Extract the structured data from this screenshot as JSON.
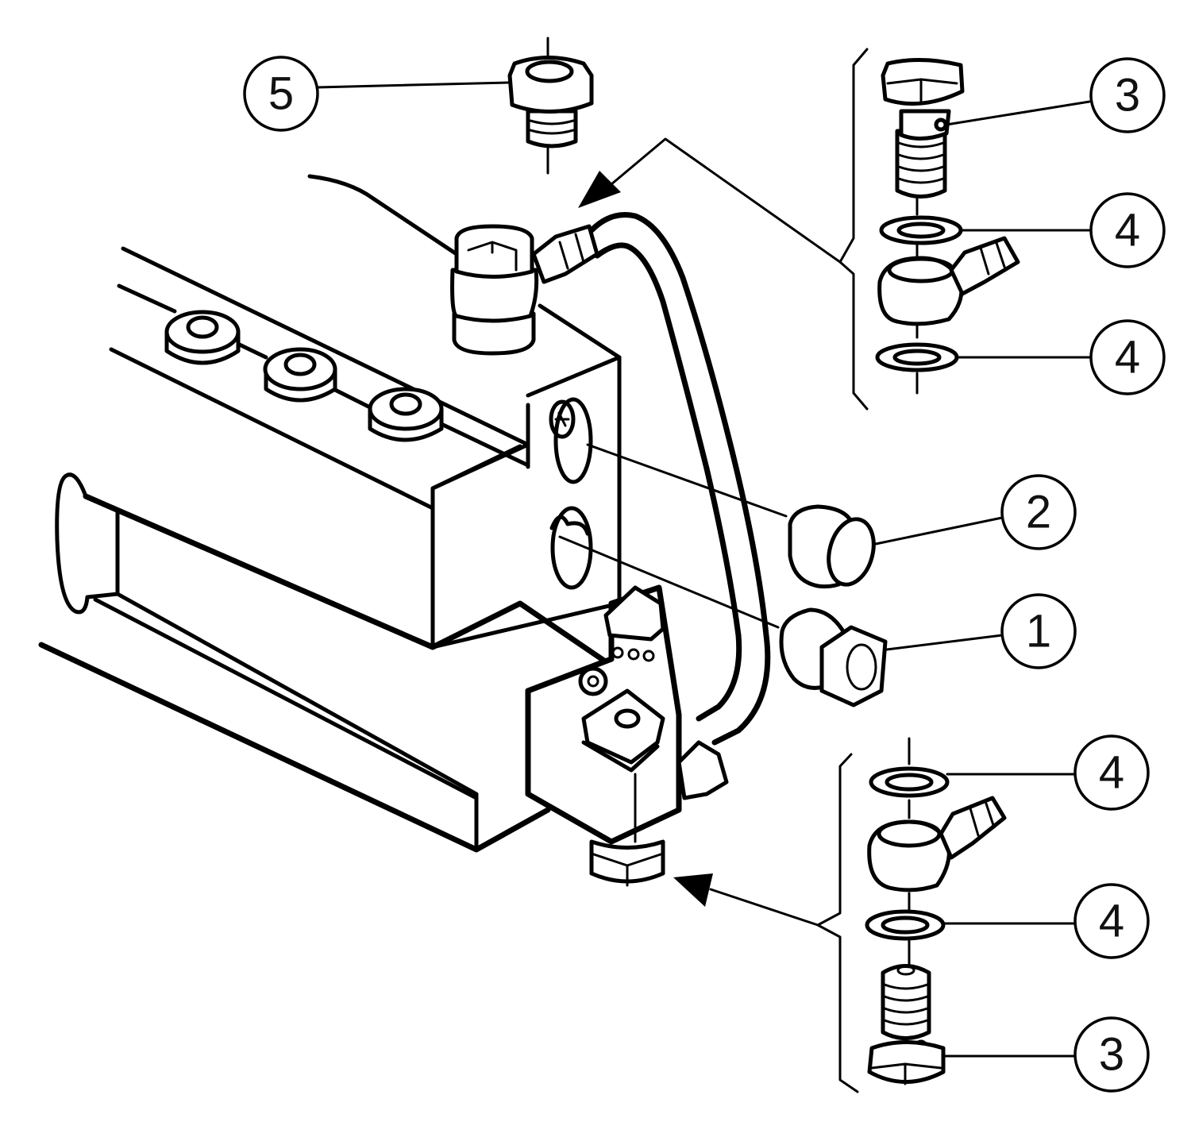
{
  "diagram": {
    "type": "exploded-assembly-drawing",
    "style": "black line art on white",
    "colors": {
      "line": "#000000",
      "background": "#ffffff"
    },
    "callouts": [
      {
        "id": "callout-5",
        "label": "5",
        "part": "hex plug (top, threaded)"
      },
      {
        "id": "callout-3-top",
        "label": "3",
        "part": "banjo bolt (upper assembly)"
      },
      {
        "id": "callout-4-top-a",
        "label": "4",
        "part": "sealing washer (upper, above banjo)"
      },
      {
        "id": "callout-4-top-b",
        "label": "4",
        "part": "sealing washer (upper, below banjo)"
      },
      {
        "id": "callout-2",
        "label": "2",
        "part": "cap / plug"
      },
      {
        "id": "callout-1",
        "label": "1",
        "part": "hex union fitting"
      },
      {
        "id": "callout-4-bot-a",
        "label": "4",
        "part": "sealing washer (lower, above banjo)"
      },
      {
        "id": "callout-4-bot-b",
        "label": "4",
        "part": "sealing washer (lower, below banjo)"
      },
      {
        "id": "callout-3-bot",
        "label": "3",
        "part": "banjo bolt (lower assembly)"
      }
    ],
    "detail_groups": [
      {
        "id": "upper-detail",
        "items": [
          "3",
          "4",
          "banjo fitting",
          "4"
        ],
        "points_to": "upper pipe connection"
      },
      {
        "id": "lower-detail",
        "items": [
          "4",
          "banjo fitting",
          "4",
          "3"
        ],
        "points_to": "lower pipe connection"
      }
    ]
  }
}
